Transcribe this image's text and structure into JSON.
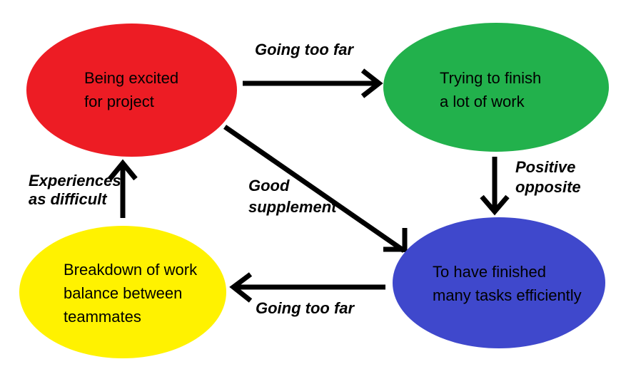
{
  "canvas": {
    "background": "#ffffff",
    "arrow_color": "#000000",
    "text_color": "#000000"
  },
  "nodes": [
    {
      "id": "being-excited",
      "label": "Being excited\nfor project",
      "color": "#ed1c24"
    },
    {
      "id": "trying-to-finish",
      "label": "Trying to finish\na lot of work",
      "color": "#22b14c"
    },
    {
      "id": "finished-tasks",
      "label": "To have finished\nmany tasks efficiently",
      "color": "#3f48cc"
    },
    {
      "id": "breakdown",
      "label": "Breakdown of work\nbalance between\nteammates",
      "color": "#fff200"
    }
  ],
  "edges": [
    {
      "from": "being-excited",
      "to": "trying-to-finish",
      "label": "Going too far"
    },
    {
      "from": "trying-to-finish",
      "to": "finished-tasks",
      "label": "Positive\nopposite"
    },
    {
      "from": "being-excited",
      "to": "finished-tasks",
      "label": "Good\nsupplement"
    },
    {
      "from": "finished-tasks",
      "to": "breakdown",
      "label": "Going too far"
    },
    {
      "from": "breakdown",
      "to": "being-excited",
      "label": "Experiences\nas difficult"
    }
  ]
}
